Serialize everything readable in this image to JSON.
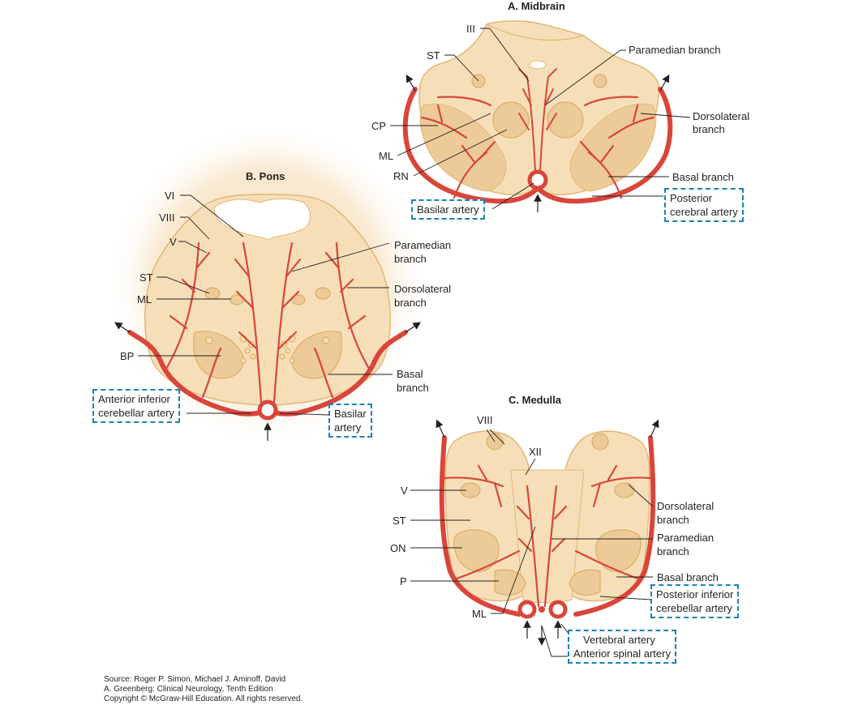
{
  "sections": {
    "midbrain": {
      "title": "A. Midbrain",
      "left_labels": [
        "III",
        "ST",
        "CP",
        "ML",
        "RN"
      ],
      "right_labels": [
        "Paramedian branch",
        "Dorsolateral",
        "branch",
        "Basal branch"
      ],
      "boxed": [
        "Basilar artery",
        "Posterior",
        "cerebral artery"
      ]
    },
    "pons": {
      "title": "B. Pons",
      "left_labels": [
        "VI",
        "VIII",
        "V",
        "ST",
        "ML",
        "BP"
      ],
      "right_labels": [
        "Paramedian",
        "branch",
        "Dorsolateral",
        "branch",
        "Basal",
        "branch"
      ],
      "boxed": [
        "Anterior inferior",
        "cerebellar artery",
        "Basilar",
        "artery"
      ]
    },
    "medulla": {
      "title": "C. Medulla",
      "left_labels": [
        "VIII",
        "XII",
        "V",
        "ST",
        "ON",
        "P",
        "ML"
      ],
      "right_labels": [
        "Dorsolateral",
        "branch",
        "Paramedian",
        "branch",
        "Basal branch"
      ],
      "boxed": [
        "Posterior inferior",
        "cerebellar artery",
        "Vertebral artery",
        "Anterior spinal artery"
      ]
    }
  },
  "source": [
    "Source: Roger P. Simon, Michael J. Aminoff, David",
    "A. Greenberg: Clinical Neurology, Tenth Edition",
    "Copyright © McGraw-Hill Education. All rights reserved."
  ],
  "colors": {
    "tissue": "#f6dfb8",
    "tissue_dark": "#eccb98",
    "tissue_outline": "#e0b777",
    "nucleus": "#e8b968",
    "artery": "#d9453a",
    "artery_dark": "#c23a2f",
    "highlight_box": "#1a83b8",
    "text": "#231f20"
  }
}
